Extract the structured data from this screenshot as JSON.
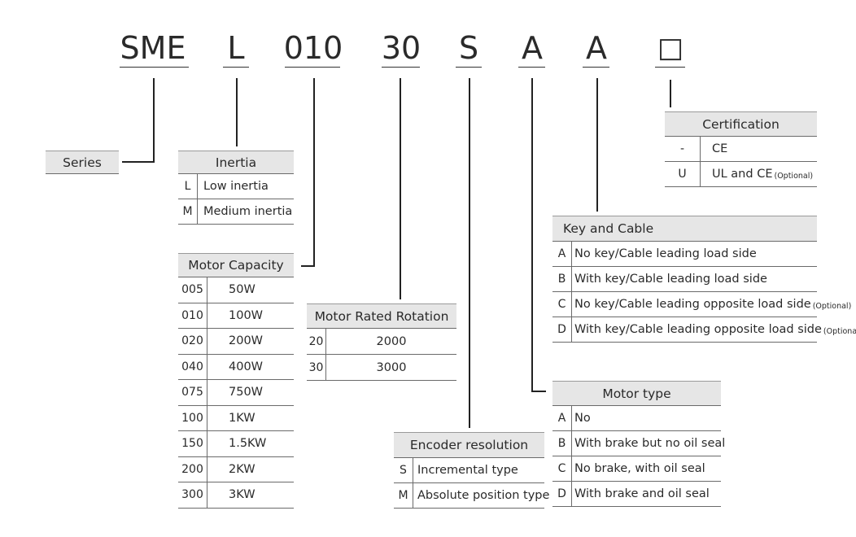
{
  "model_code": {
    "segments": [
      "SME",
      "L",
      "010",
      "30",
      "S",
      "A",
      "A",
      "□"
    ]
  },
  "series": {
    "label": "Series"
  },
  "inertia": {
    "title": "Inertia",
    "rows": [
      {
        "code": "L",
        "text": "Low inertia"
      },
      {
        "code": "M",
        "text": "Medium inertia"
      }
    ]
  },
  "motor_capacity": {
    "title": "Motor Capacity",
    "rows": [
      {
        "code": "005",
        "text": "50W"
      },
      {
        "code": "010",
        "text": "100W"
      },
      {
        "code": "020",
        "text": "200W"
      },
      {
        "code": "040",
        "text": "400W"
      },
      {
        "code": "075",
        "text": "750W"
      },
      {
        "code": "100",
        "text": "1KW"
      },
      {
        "code": "150",
        "text": "1.5KW"
      },
      {
        "code": "200",
        "text": "2KW"
      },
      {
        "code": "300",
        "text": "3KW"
      }
    ]
  },
  "motor_rated_rotation": {
    "title": "Motor Rated Rotation",
    "rows": [
      {
        "code": "20",
        "text": "2000"
      },
      {
        "code": "30",
        "text": "3000"
      }
    ]
  },
  "encoder_resolution": {
    "title": "Encoder resolution",
    "rows": [
      {
        "code": "S",
        "text": "Incremental type"
      },
      {
        "code": "M",
        "text": "Absolute position type"
      }
    ]
  },
  "motor_type": {
    "title": "Motor type",
    "rows": [
      {
        "code": "A",
        "text": "No"
      },
      {
        "code": "B",
        "text": "With brake but no oil seal"
      },
      {
        "code": "C",
        "text": "No brake, with oil seal"
      },
      {
        "code": "D",
        "text": "With brake and oil seal"
      }
    ]
  },
  "key_and_cable": {
    "title": "Key and Cable",
    "rows": [
      {
        "code": "A",
        "text": "No key/Cable leading load side",
        "note": ""
      },
      {
        "code": "B",
        "text": "With key/Cable leading load side",
        "note": ""
      },
      {
        "code": "C",
        "text": "No key/Cable leading  opposite load side",
        "note": "(Optional)"
      },
      {
        "code": "D",
        "text": "With key/Cable leading  opposite load side",
        "note": "(Optional)"
      }
    ]
  },
  "certification": {
    "title": "Certification",
    "rows": [
      {
        "code": "-",
        "text": "CE",
        "note": ""
      },
      {
        "code": "U",
        "text": "UL and CE",
        "note": "(Optional)"
      }
    ]
  }
}
